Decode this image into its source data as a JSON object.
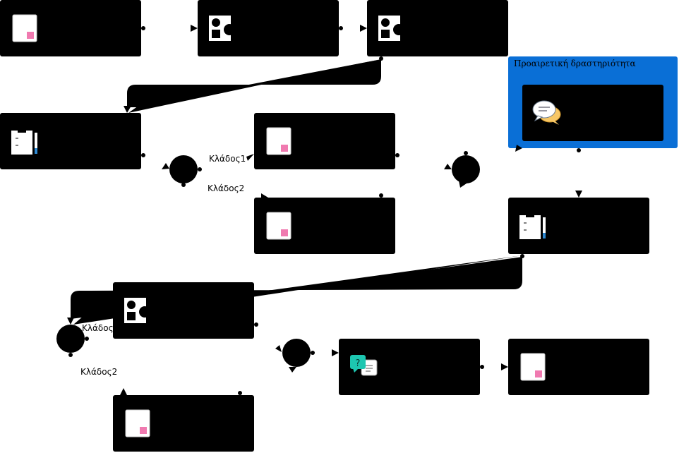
{
  "diagram": {
    "optional_group": {
      "title": "Προαιρετική δραστηριότητα",
      "color": "#0a6fd6"
    },
    "branch_labels": {
      "first_split_branch1": "Κλάδος1",
      "first_split_branch2": "Κλάδος2",
      "second_split_branch1": "Κλάδος",
      "second_split_branch2": "Κλάδος2"
    },
    "node_colors": {
      "activity_box": "#000000",
      "paper_card": "#ffffff",
      "pink_marker": "#f07ab0",
      "chat_teal": "#1dc6b0",
      "chat_yellow": "#f7c766"
    },
    "icons": [
      "document-icon",
      "shapes-icon",
      "clipboard-icon",
      "discussion-icon",
      "question-chat-icon"
    ]
  }
}
